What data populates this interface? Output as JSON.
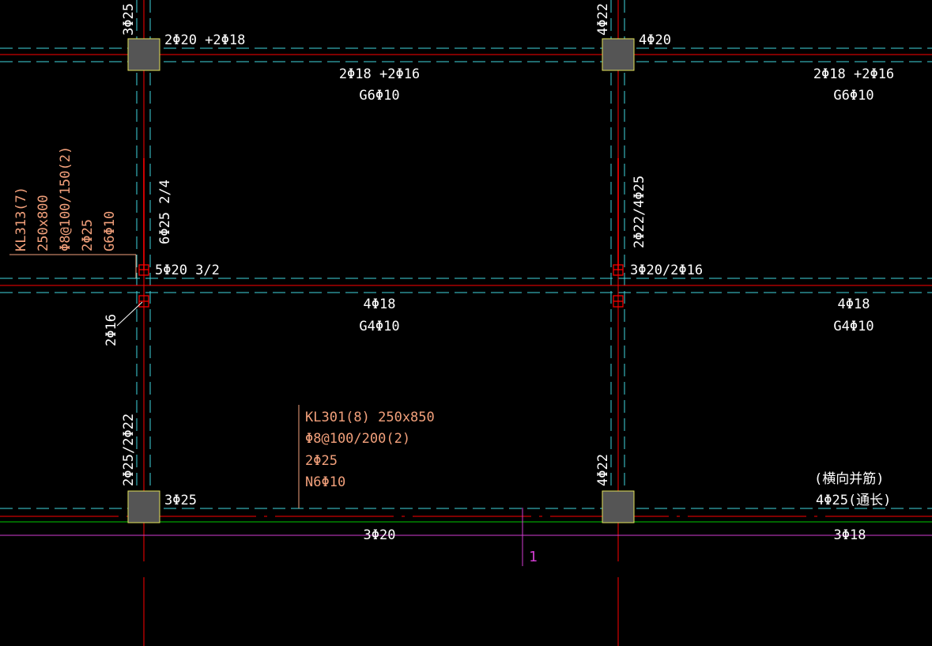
{
  "colors": {
    "background": "#000000",
    "axis": "#ff0000",
    "beam_edge": "#3fd6de",
    "column_fill": "#555555",
    "column_border": "#e3e35a",
    "text_white": "#ffffff",
    "text_orange": "#f2a07b",
    "line_green": "#00c800",
    "line_magenta": "#d23cd2"
  },
  "labels": {
    "col_top_left_side": "3Φ25",
    "col_top_left_right": "2Φ20 +2Φ18",
    "col_top_mid_side": "4Φ22",
    "col_top_mid_right": "4Φ20",
    "beam_top_span1_main": "2Φ18 +2Φ16",
    "beam_top_span1_side": "G6Φ10",
    "beam_top_span2_main": "2Φ18 +2Φ16",
    "beam_top_span2_side": "G6Φ10",
    "vert_beam_left_note": "6Φ25 2/4",
    "vert_beam_mid_note": "2Φ22/4Φ25",
    "joint_left_note": "5Φ20 3/2",
    "joint_mid_note": "3Φ20/2Φ16",
    "beam_mid_span1_main": "4Φ18",
    "beam_mid_span1_side": "G4Φ10",
    "beam_mid_span2_main": "4Φ18",
    "beam_mid_span2_side": "G4Φ10",
    "leader_note_left": "2Φ16",
    "col_bottom_left_side": "2Φ25/2Φ22",
    "col_bottom_left_right": "3Φ25",
    "col_bottom_mid_side": "4Φ22",
    "bottom_span1": "3Φ20",
    "bottom_span2": "3Φ18",
    "section_mark": "1",
    "bottom_note_line1": "(横向并筋)",
    "bottom_note_line2": "4Φ25(通长)"
  },
  "beam_kl313": {
    "name": "KL313(7)",
    "size": "250x800",
    "stirrup": "Φ8@100/150(2)",
    "top_bars": "2Φ25",
    "side_bars": "G6Φ10"
  },
  "beam_kl301": {
    "name": "KL301(8) 250x850",
    "stirrup": "Φ8@100/200(2)",
    "top_bars": "2Φ25",
    "side_bars": "N6Φ10"
  }
}
